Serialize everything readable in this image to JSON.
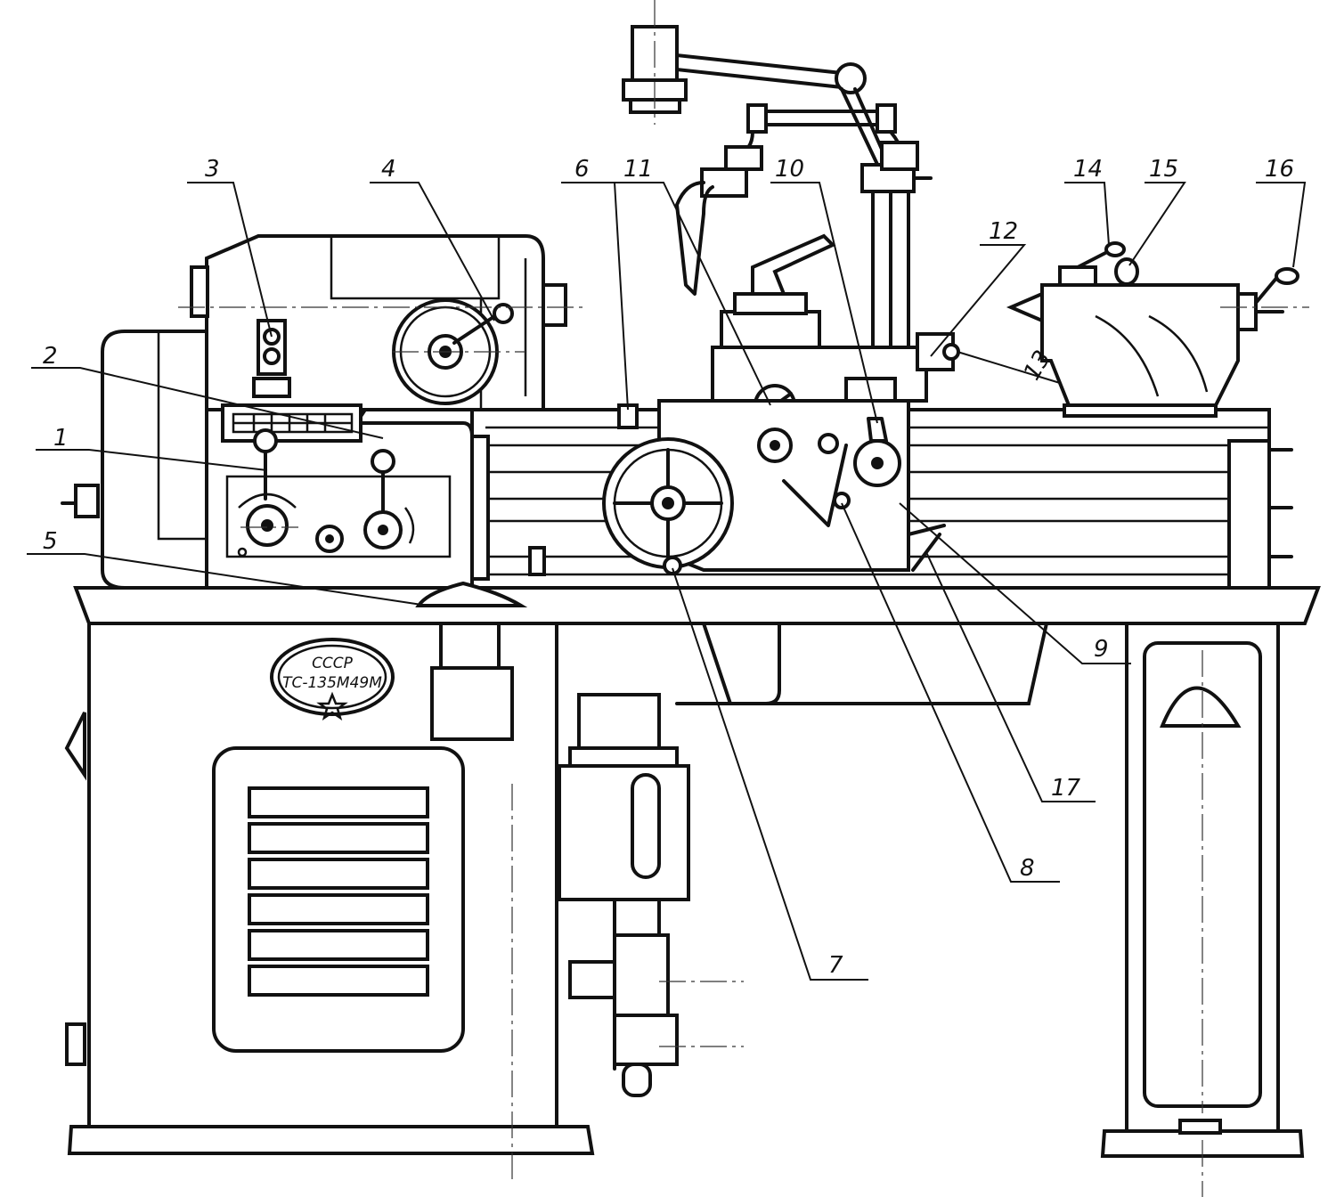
{
  "nameplate": {
    "line1": "СССР",
    "line2": "ТС-135М49М"
  },
  "callouts": [
    {
      "id": "1",
      "label": "1"
    },
    {
      "id": "2",
      "label": "2"
    },
    {
      "id": "3",
      "label": "3"
    },
    {
      "id": "4",
      "label": "4"
    },
    {
      "id": "5",
      "label": "5"
    },
    {
      "id": "6",
      "label": "6"
    },
    {
      "id": "7",
      "label": "7"
    },
    {
      "id": "8",
      "label": "8"
    },
    {
      "id": "9",
      "label": "9"
    },
    {
      "id": "10",
      "label": "10"
    },
    {
      "id": "11",
      "label": "11"
    },
    {
      "id": "12",
      "label": "12"
    },
    {
      "id": "13",
      "label": "13"
    },
    {
      "id": "14",
      "label": "14"
    },
    {
      "id": "15",
      "label": "15"
    },
    {
      "id": "16",
      "label": "16"
    },
    {
      "id": "17",
      "label": "17"
    }
  ]
}
